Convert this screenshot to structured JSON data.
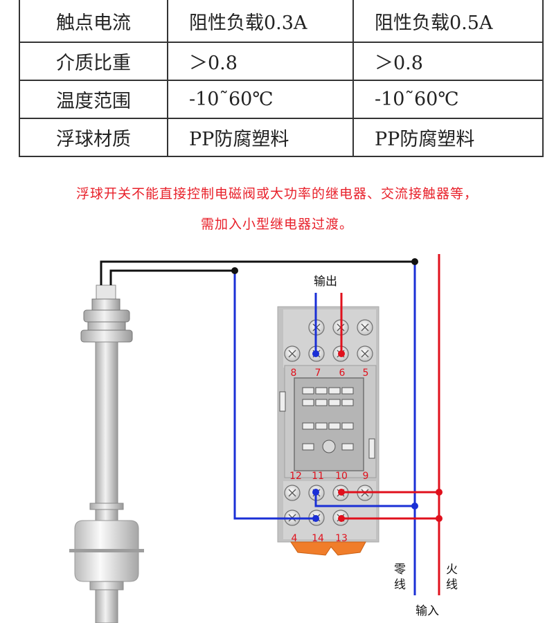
{
  "spec_table": {
    "rows": [
      [
        "触点电流",
        "阻性负载0.3A",
        "阻性负载0.5A"
      ],
      [
        "介质比重",
        "＞0.8",
        "＞0.8"
      ],
      [
        "温度范围",
        "-10˜60℃",
        "-10˜60℃"
      ],
      [
        "浮球材质",
        "PP防腐塑料",
        "PP防腐塑料"
      ]
    ]
  },
  "note": {
    "line1": "浮球开关不能直接控制电磁阀或大功率的继电器、交流接触器等，",
    "line2": "需加入小型继电器过渡。"
  },
  "diagram": {
    "output_label": "输出",
    "input_label": "输入",
    "neutral_label": [
      "零",
      "线"
    ],
    "live_label": [
      "火",
      "线"
    ],
    "terminal_top": [
      "8",
      "7",
      "6",
      "5"
    ],
    "terminal_bottom_upper": [
      "12",
      "11",
      "10",
      "9"
    ],
    "terminal_bottom_lower": [
      "4",
      "14",
      "13"
    ],
    "colors": {
      "neutral": "#1a2fd6",
      "live": "#e0101c",
      "signal": "#111111",
      "terminal_number": "#e0101c",
      "note_text": "#e8202a",
      "relay_body": "#bdbdbd",
      "relay_base": "#f07d2a"
    }
  }
}
